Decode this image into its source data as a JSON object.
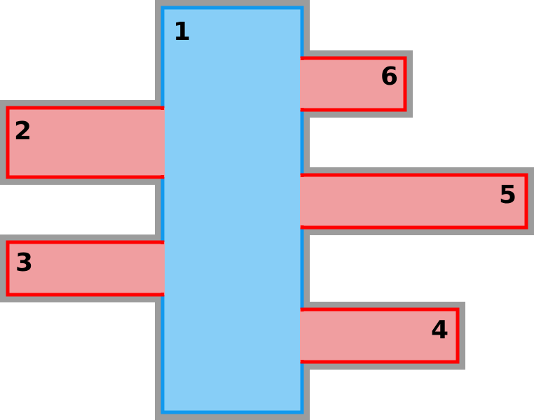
{
  "colors": {
    "main_fill": "#87CEF7",
    "main_border": "#1199EE",
    "branch_fill": "#F09EA0",
    "branch_border": "#FF0000",
    "outline": "#9C9C9C",
    "label": "#000000"
  },
  "main_box": {
    "label": "1"
  },
  "branches": [
    {
      "id": "top-right",
      "label": "6"
    },
    {
      "id": "upper-left",
      "label": "2"
    },
    {
      "id": "middle-right",
      "label": "5"
    },
    {
      "id": "lower-left",
      "label": "3"
    },
    {
      "id": "bottom-right",
      "label": "4"
    }
  ]
}
